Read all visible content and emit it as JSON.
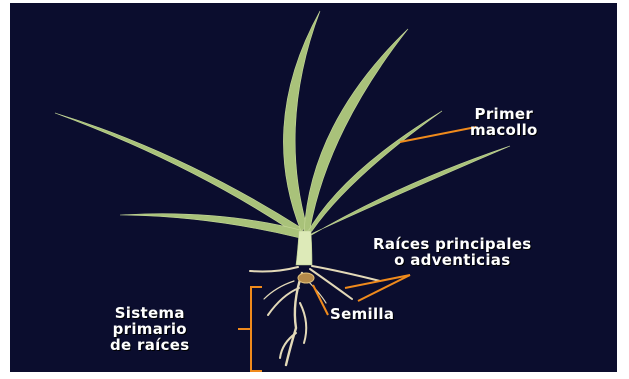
{
  "labels": {
    "tiller": [
      "Primer",
      "macollo"
    ],
    "adventitious_roots": [
      "Raíces principales",
      "o adventicias"
    ],
    "seed": "Semilla",
    "primary_root_system": [
      "Sistema",
      "primario",
      "de raíces"
    ]
  },
  "colors": {
    "background": "#0b0d2e",
    "leaf": "#a9c27a",
    "root": "#e3d9b8",
    "annotation": "#f08a1c",
    "text": "#ffffff"
  }
}
